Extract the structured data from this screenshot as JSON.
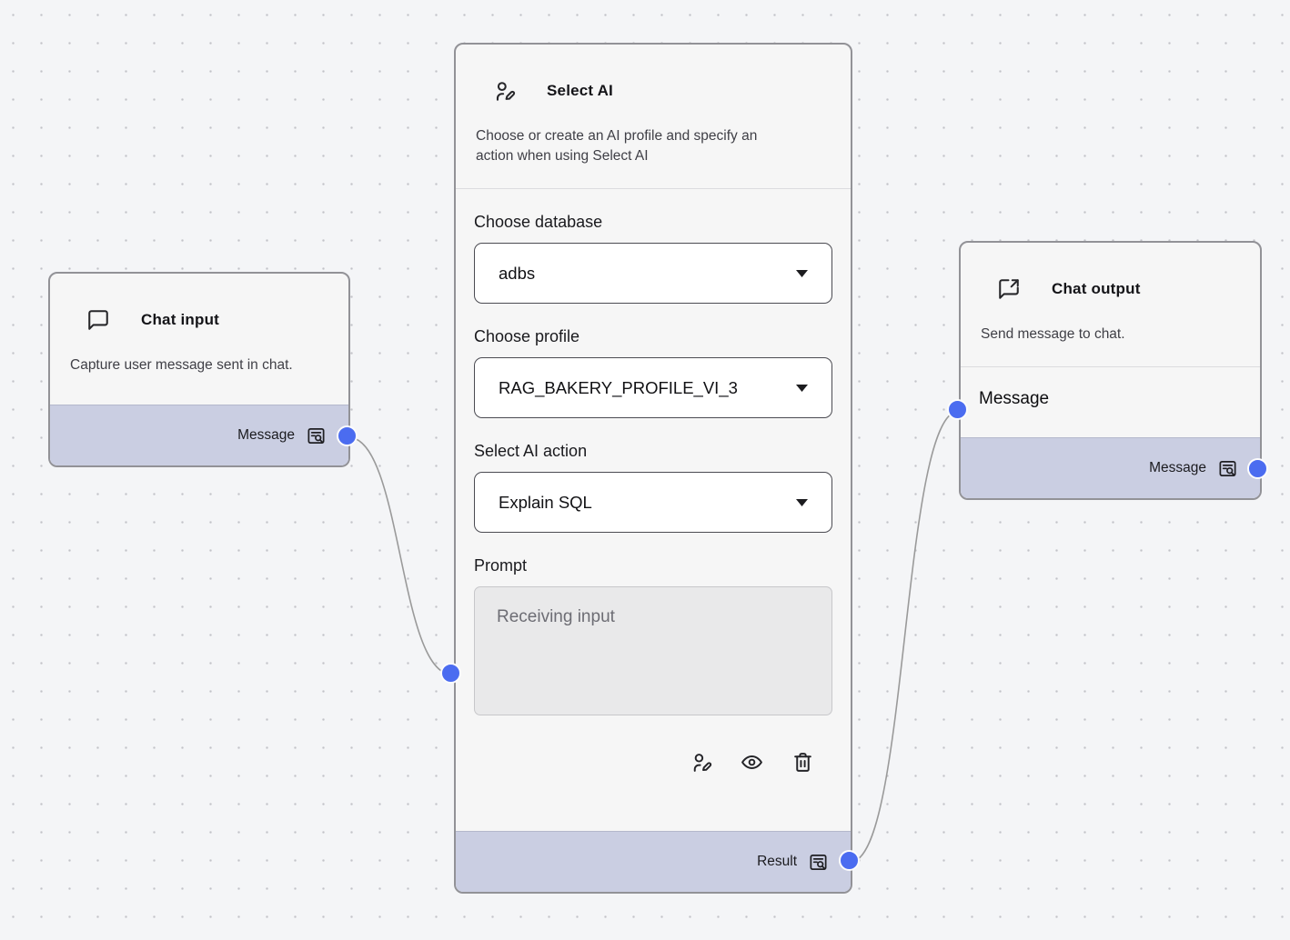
{
  "canvas": {
    "background_color": "#f4f5f7",
    "dot_color": "#c2c3c8",
    "edge_color": "#9a9a9a",
    "handle_color": "#4b6cf0",
    "footer_color": "#cacee2",
    "node_border_color": "#929297"
  },
  "nodes": {
    "chat_input": {
      "icon": "message-square-icon",
      "title": "Chat input",
      "description": "Capture user message sent in chat.",
      "output": {
        "label": "Message",
        "icon": "list-search-icon"
      }
    },
    "select_ai": {
      "icon": "user-pen-icon",
      "title": "Select AI",
      "description": "Choose or create an AI profile and specify an action when using Select AI",
      "fields": [
        {
          "label": "Choose database",
          "type": "select",
          "value": "adbs"
        },
        {
          "label": "Choose profile",
          "type": "select",
          "value": "RAG_BAKERY_PROFILE_VI_3"
        },
        {
          "label": "Select AI action",
          "type": "select",
          "value": "Explain SQL"
        },
        {
          "label": "Prompt",
          "type": "textarea",
          "placeholder": "Receiving input",
          "value": ""
        }
      ],
      "toolbar": {
        "icons": [
          "user-pen-icon",
          "eye-icon",
          "trash-icon"
        ]
      },
      "output": {
        "label": "Result",
        "icon": "list-search-icon"
      }
    },
    "chat_output": {
      "icon": "message-share-icon",
      "title": "Chat output",
      "description": "Send message to chat.",
      "input": {
        "label": "Message"
      },
      "output": {
        "label": "Message",
        "icon": "list-search-icon"
      }
    }
  }
}
